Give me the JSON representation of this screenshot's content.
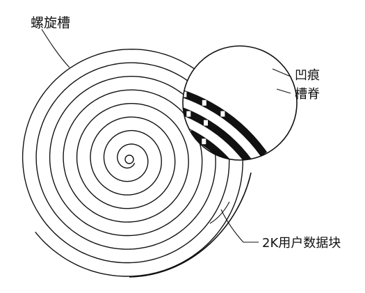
{
  "labels": {
    "spiral_groove": "螺旋槽",
    "pit": "凹痕",
    "land": "槽脊",
    "data_block": "2K用户数据块"
  },
  "colors": {
    "ink": "#111111",
    "background": "#ffffff"
  }
}
